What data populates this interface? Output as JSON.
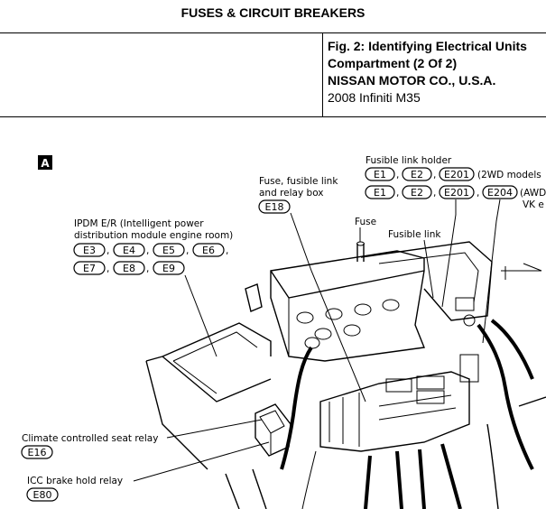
{
  "header": {
    "section_title": "FUSES & CIRCUIT BREAKERS",
    "fig_title_line1": "Fig. 2: Identifying Electrical Units",
    "fig_title_line2": "Compartment (2 Of 2)",
    "company": "NISSAN MOTOR CO., U.S.A.",
    "vehicle": "2008 Infiniti M35"
  },
  "diagram": {
    "view_letter": "A",
    "fusible_link_holder": {
      "label": "Fusible link holder",
      "row1": {
        "connectors": [
          "E1",
          "E2",
          "E201"
        ],
        "suffix": "(2WD models"
      },
      "row2": {
        "connectors": [
          "E1",
          "E2",
          "E201",
          "E204"
        ],
        "suffix": "(AWD",
        "suffix2": "VK e"
      }
    },
    "fuse_box": {
      "label_line1": "Fuse, fusible link",
      "label_line2": "and relay box",
      "connector": "E18"
    },
    "ipdm": {
      "label_line1": "IPDM E/R (Intelligent power",
      "label_line2": "distribution module engine room)",
      "row1": [
        "E3",
        "E4",
        "E5",
        "E6"
      ],
      "row2": [
        "E7",
        "E8",
        "E9"
      ]
    },
    "fuse_label": "Fuse",
    "fusible_link_label": "Fusible link",
    "climate_seat_relay": {
      "label": "Climate controlled seat relay",
      "connector": "E16"
    },
    "icc_brake_relay": {
      "label": "ICC brake hold relay",
      "connector": "E80"
    }
  }
}
